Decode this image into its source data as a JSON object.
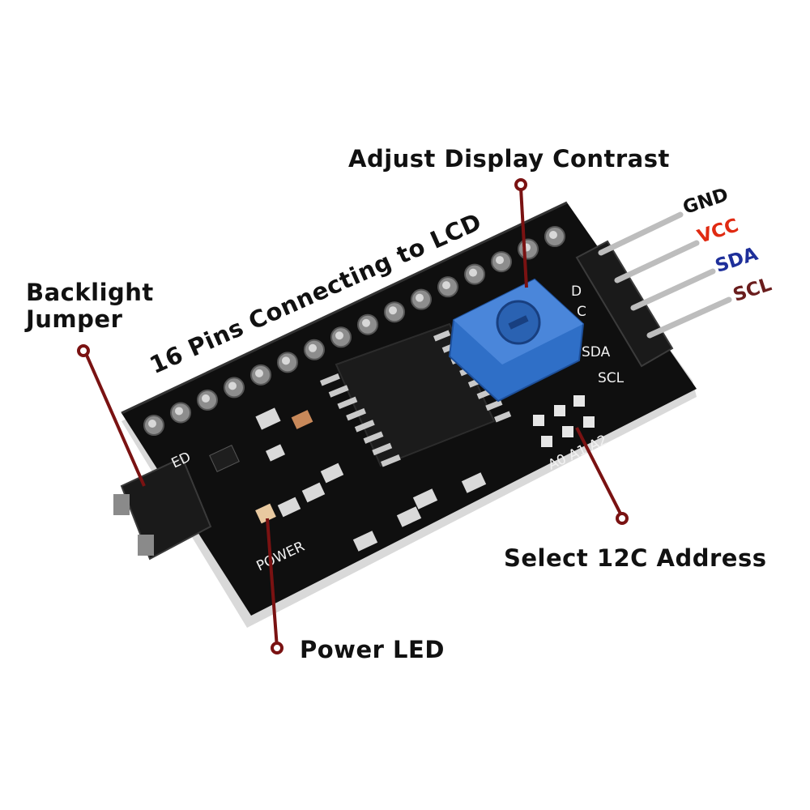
{
  "labels": {
    "contrast": "Adjust Display Contrast",
    "pins16": "16 Pins Connecting to LCD",
    "backlight_line1": "Backlight",
    "backlight_line2": "Jumper",
    "i2c_address": "Select 12C Address",
    "power_led": "Power LED"
  },
  "header_pins": [
    {
      "name": "GND",
      "color": "#111111"
    },
    {
      "name": "VCC",
      "color": "#e02a12"
    },
    {
      "name": "SDA",
      "color": "#1e2f9a"
    },
    {
      "name": "SCL",
      "color": "#6a1d1d"
    }
  ],
  "silkscreen": {
    "sda": "SDA",
    "scl": "SCL",
    "d": "D",
    "c": "C",
    "address": "A0 A1 A2",
    "power": "POWER",
    "led": "ED"
  },
  "colors": {
    "leader": "#7a1212",
    "pcb": "#111111",
    "potentiometer": "#2f6fc7"
  }
}
